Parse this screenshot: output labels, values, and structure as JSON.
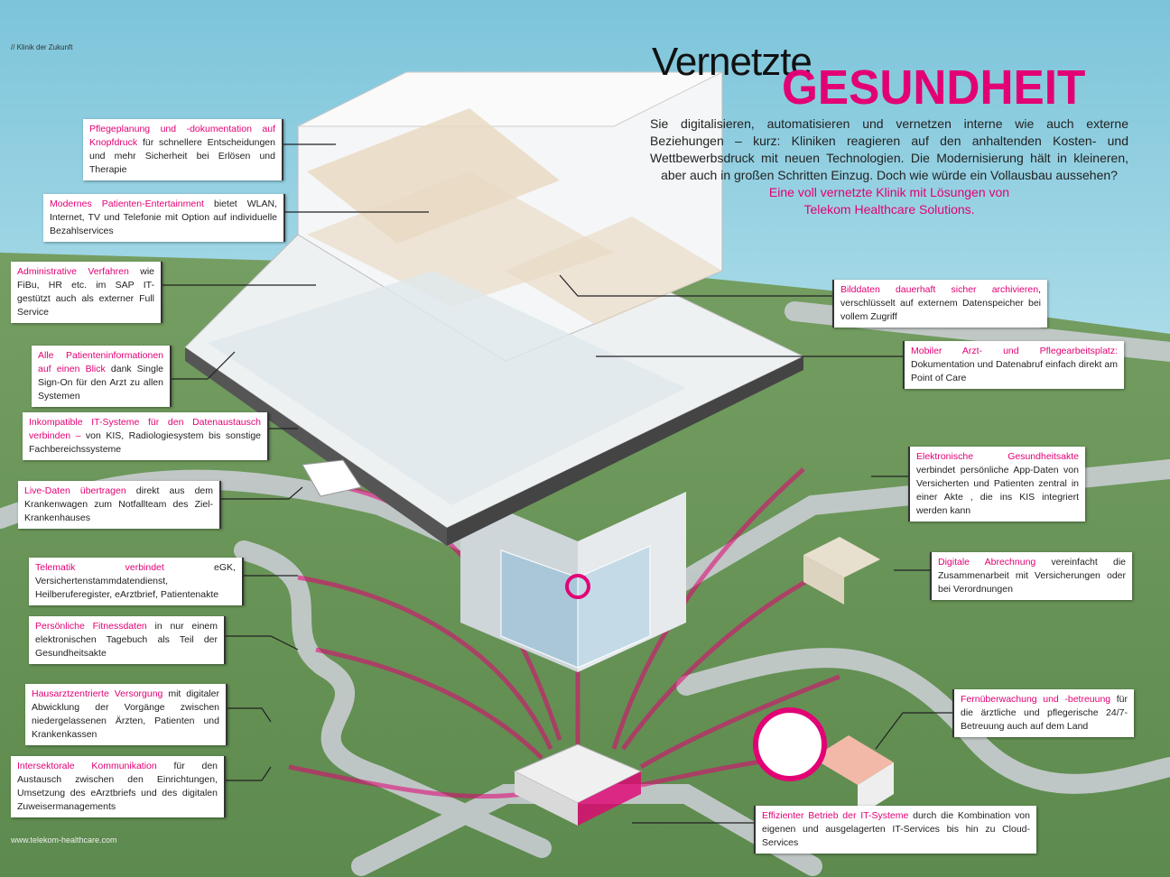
{
  "header": {
    "section_tag": "// Klinik der Zukunft",
    "title_light": "Vernetzte",
    "title_bold": "GESUNDHEIT",
    "intro": "Sie digitalisieren, automatisieren und vernetzen interne wie auch externe Beziehungen – kurz: Kliniken reagieren auf den anhaltenden Kosten- und Wettbewerbsdruck mit neuen Technologien. Die Modernisierung hält in kleineren, aber auch in großen Schritten Einzug. Doch wie würde ein Vollausbau aussehen?",
    "intro_highlight_1": "Eine voll vernetzte Klinik mit Lösungen von",
    "intro_highlight_2": "Telekom Healthcare Solutions."
  },
  "colors": {
    "accent": "#e20074",
    "sea": "#8fcfe0",
    "grass": "#6f9a5c"
  },
  "callouts": [
    {
      "highlight": "Pflegeplanung und -dokumentation auf Knopfdruck",
      "text": " für schnellere Entscheidungen und mehr Sicherheit bei Erlösen und Therapie"
    },
    {
      "highlight": "Modernes Patienten-Entertainment",
      "text": " bietet WLAN, Internet, TV und Telefonie mit Option auf individuelle Bezahlservices"
    },
    {
      "highlight": "Administrative Verfahren",
      "text": " wie FiBu, HR etc. im SAP IT-gestützt auch als externer Full Service"
    },
    {
      "highlight": "Alle Patienteninformationen auf einen Blick",
      "text": " dank Single Sign-On für den Arzt zu allen Systemen"
    },
    {
      "highlight": "Inkompatible IT-Systeme für den Datenaustausch verbinden –",
      "text": " von KIS, Radiologiesystem bis sonstige Fachbereichssysteme"
    },
    {
      "highlight": "Live-Daten übertragen",
      "text": " direkt aus dem Krankenwagen zum Notfallteam des Ziel-Krankenhauses"
    },
    {
      "highlight": "Telematik verbindet",
      "text": " eGK, Versichertenstammdatendienst, Heilberuferegister, eArztbrief, Patientenakte"
    },
    {
      "highlight": "Persönliche Fitnessdaten",
      "text": " in nur einem elektronischen Tagebuch als Teil der Gesundheitsakte"
    },
    {
      "highlight": "Hausarztzentrierte Versorgung",
      "text": " mit digitaler Abwicklung der Vorgänge zwischen niedergelassenen Ärzten, Patienten und Krankenkassen"
    },
    {
      "highlight": "Intersektorale Kommunikation",
      "text": " für den Austausch zwischen den Einrichtungen, Umsetzung des eArztbriefs und des digitalen Zuweisermanagements"
    },
    {
      "highlight": "Bilddaten dauerhaft sicher archivieren",
      "text": ", verschlüsselt auf externem Datenspeicher bei vollem Zugriff"
    },
    {
      "highlight": "Mobiler Arzt- und Pflegearbeitsplatz:",
      "text": " Dokumentation und Datenabruf einfach direkt am Point of Care"
    },
    {
      "highlight": "Elektronische Gesundheitsakte",
      "text": " verbindet persönliche App-Daten von Versicherten und Patienten zentral in einer Akte , die ins KIS integriert werden kann"
    },
    {
      "highlight": "Digitale Abrechnung",
      "text": " vereinfacht die Zusammenarbeit mit Versicherungen oder bei Verordnungen"
    },
    {
      "highlight": "Fernüberwachung und -betreuung",
      "text": " für die ärztliche und pflegerische 24/7-Betreuung auch auf dem Land"
    },
    {
      "highlight": "Effizienter Betrieb der IT-Systeme",
      "text": " durch die Kombination von eigenen und ausgelagerten IT-Services bis hin zu Cloud-Services"
    }
  ],
  "footer": {
    "url": "www.telekom-healthcare.com"
  }
}
